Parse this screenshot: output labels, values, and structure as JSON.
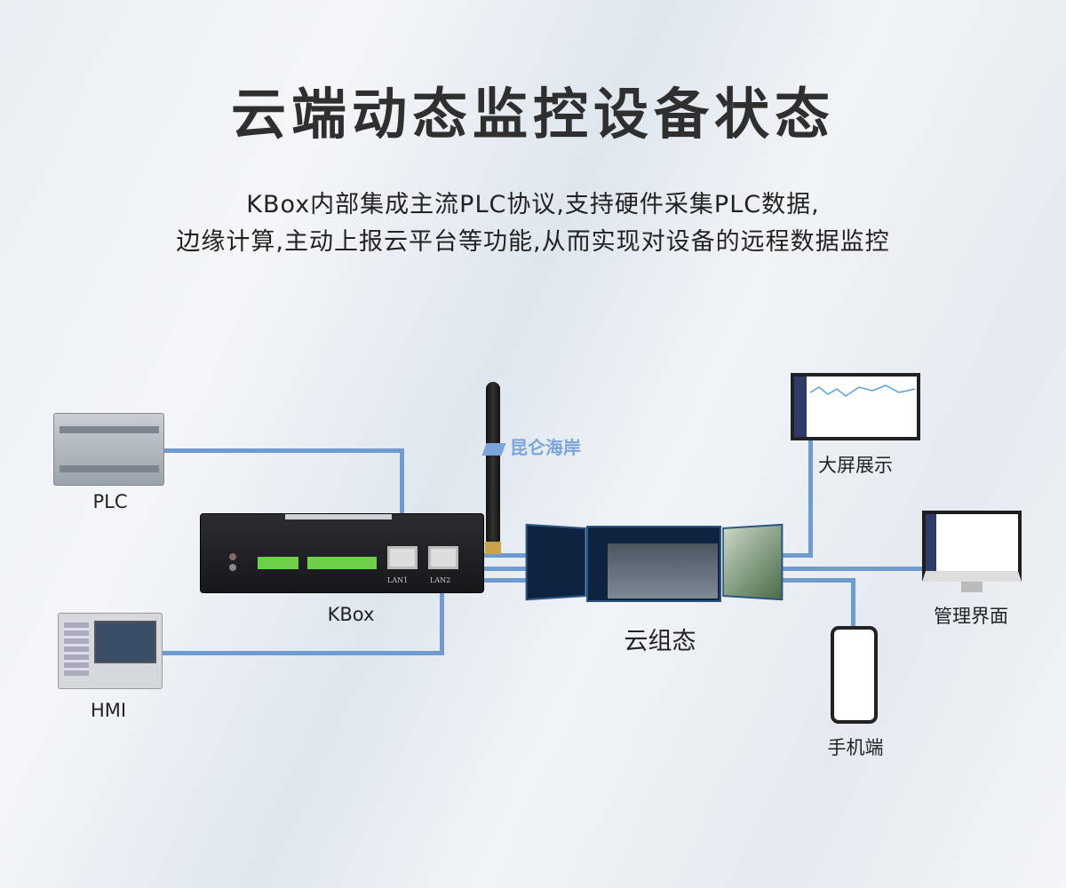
{
  "title": "云端动态监控设备状态",
  "subtitle": [
    "KBox内部集成主流PLC协议,支持硬件采集PLC数据,",
    "边缘计算,主动上报云平台等功能,从而实现对设备的远程数据监控"
  ],
  "brand": "昆仑海岸",
  "devices": {
    "plc": "PLC",
    "hmi": "HMI",
    "kbox": "KBox",
    "cloud": "云组态",
    "bigscreen": "大屏展示",
    "admin": "管理界面",
    "mobile": "手机端"
  },
  "kbox_ports": {
    "lan1": "LAN1",
    "lan2": "LAN2"
  },
  "colors": {
    "connector": "#6f9bd1"
  }
}
